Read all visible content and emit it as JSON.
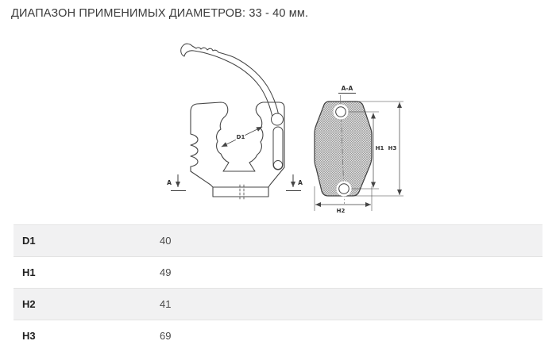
{
  "page": {
    "title": "ДИАПАЗОН ПРИМЕНИМЫХ ДИАМЕТРОВ: 33 - 40 мм."
  },
  "drawing": {
    "front_view": {
      "diameter_label": "D1",
      "section_marker_left": "A",
      "section_marker_right": "A"
    },
    "section_view": {
      "title": "A-A",
      "height_inner_label": "H1",
      "width_label": "H2",
      "height_outer_label": "H3"
    }
  },
  "spec_table": {
    "rows": [
      {
        "param": "D1",
        "value": "40"
      },
      {
        "param": "H1",
        "value": "49"
      },
      {
        "param": "H2",
        "value": "41"
      },
      {
        "param": "H3",
        "value": "69"
      }
    ]
  },
  "colors": {
    "row_shade": "#f1f1f2",
    "row_border": "#e3e3e3",
    "drawing_line": "#454545",
    "text_primary": "#333333"
  }
}
